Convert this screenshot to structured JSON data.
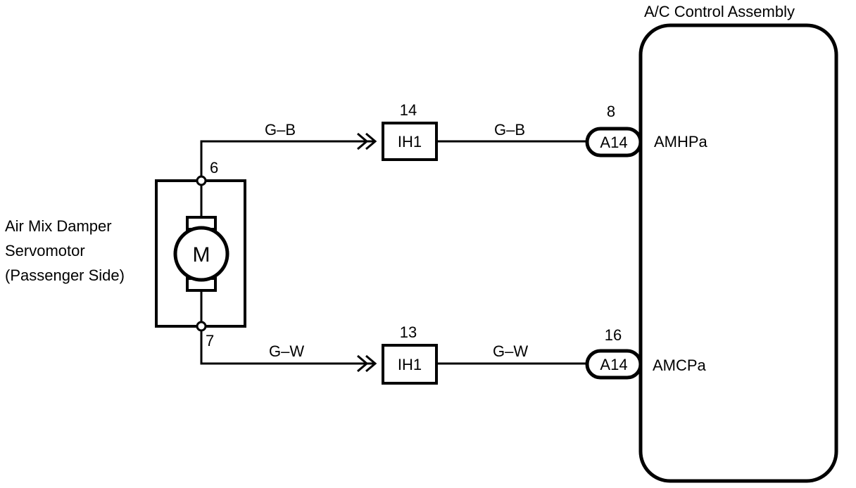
{
  "assembly": {
    "title": "A/C Control Assembly"
  },
  "servomotor": {
    "label_line1": "Air Mix Damper",
    "label_line2": "Servomotor",
    "label_line3": "(Passenger Side)",
    "motor_symbol": "M",
    "pin_top": "6",
    "pin_bottom": "7"
  },
  "circuits": [
    {
      "wire_color_left": "G–B",
      "junction_pin": "14",
      "junction_name": "IH1",
      "wire_color_right": "G–B",
      "connector_pin": "8",
      "connector_name": "A14",
      "terminal": "AMHPa"
    },
    {
      "wire_color_left": "G–W",
      "junction_pin": "13",
      "junction_name": "IH1",
      "wire_color_right": "G–W",
      "connector_pin": "16",
      "connector_name": "A14",
      "terminal": "AMCPa"
    }
  ]
}
